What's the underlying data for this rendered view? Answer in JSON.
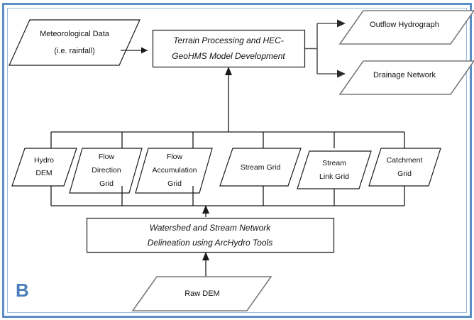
{
  "figure": {
    "panel_letter": "B",
    "border_color": "#5b8ec4",
    "shape_stroke": "#1a1a1a",
    "gray_stroke": "#7a7a7a"
  },
  "nodes": {
    "meteorological_data": {
      "line1": "Meteorological Data",
      "line2": "(i.e. rainfall)"
    },
    "terrain_processing": {
      "line1": "Terrain Processing and HEC-",
      "line2": "GeoHMS Model Development"
    },
    "outflow_hydrograph": {
      "label": "Outflow Hydrograph"
    },
    "drainage_network": {
      "label": "Drainage Network"
    },
    "watershed_delineation": {
      "line1": "Watershed and Stream Network",
      "line2": "Delineation using ArcHydro Tools"
    },
    "raw_dem": {
      "label": "Raw DEM"
    }
  },
  "grids": [
    {
      "line1": "Hydro",
      "line2": "DEM",
      "line3": ""
    },
    {
      "line1": "Flow",
      "line2": "Direction",
      "line3": "Grid"
    },
    {
      "line1": "Flow",
      "line2": "Accumulation",
      "line3": "Grid"
    },
    {
      "line1": "Stream Grid",
      "line2": "",
      "line3": ""
    },
    {
      "line1": "Stream",
      "line2": "Link Grid",
      "line3": ""
    },
    {
      "line1": "Catchment",
      "line2": "Grid",
      "line3": ""
    }
  ]
}
